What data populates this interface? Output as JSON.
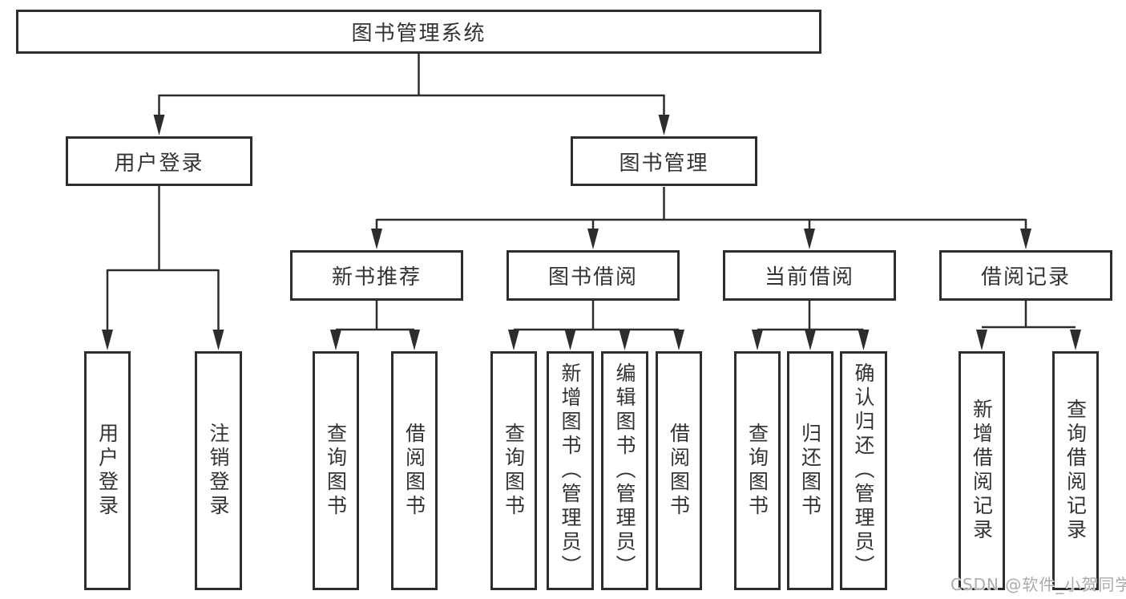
{
  "nodes": {
    "root": "图书管理系统",
    "userLogin": {
      "label": "用户登录",
      "children": [
        "用户登录",
        "注销登录"
      ]
    },
    "bookMgmt": {
      "label": "图书管理"
    },
    "newBookRec": {
      "label": "新书推荐",
      "children": [
        "查询图书",
        "借阅图书"
      ]
    },
    "bookBorrow": {
      "label": "图书借阅",
      "children": [
        "查询图书",
        "新增图书（管理员）",
        "编辑图书（管理员）",
        "借阅图书"
      ]
    },
    "currentBorrow": {
      "label": "当前借阅",
      "children": [
        "查询图书",
        "归还图书",
        "确认归还（管理员）"
      ]
    },
    "borrowRecords": {
      "label": "借阅记录",
      "children": [
        "新增借阅记录",
        "查询借阅记录"
      ]
    }
  },
  "watermark": "CSDN @软件_小贺同学",
  "colors": {
    "line": "#2d2d2d",
    "text": "#333333",
    "background": "#ffffff",
    "watermark": "#ababab"
  }
}
